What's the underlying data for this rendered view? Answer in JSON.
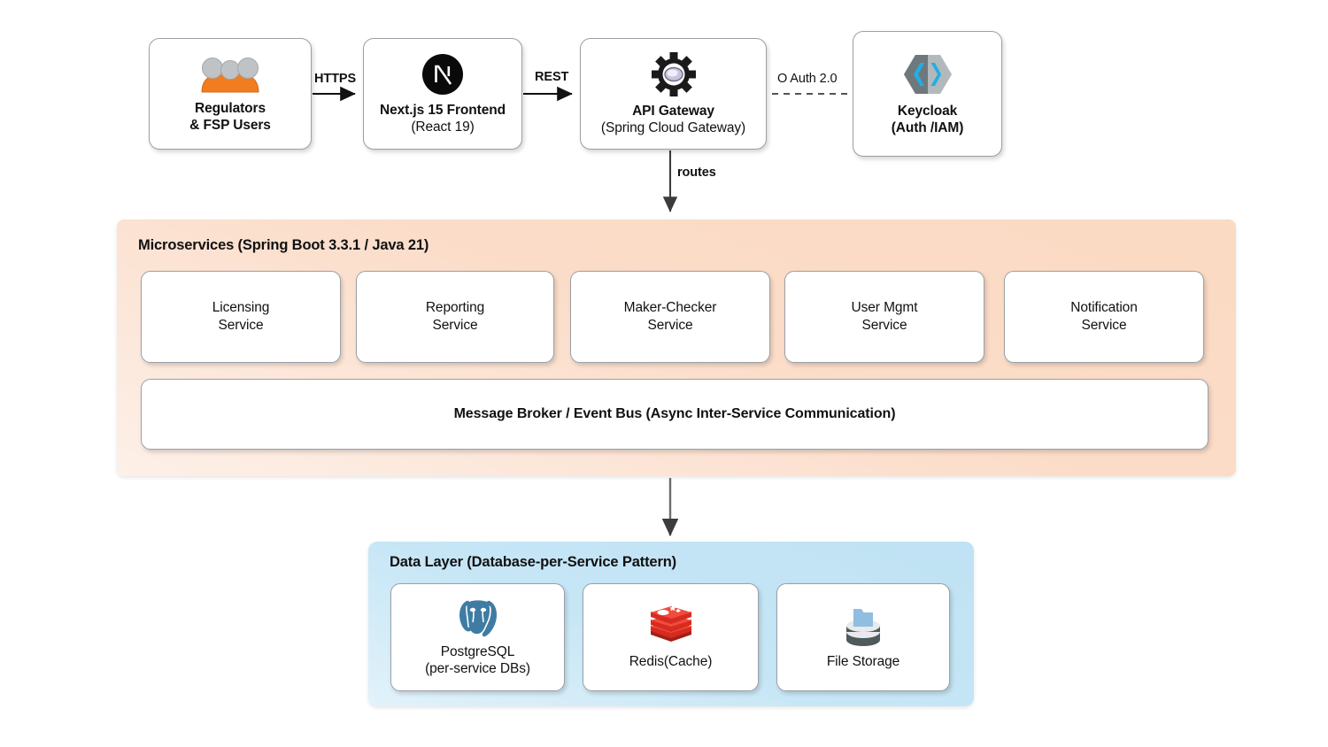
{
  "diagram": {
    "title": "Microservices Architecture Diagram",
    "palette": {
      "microservices_band": "#FBDCC8",
      "data_band": "#C6E6F6",
      "box_border": "#9AA0A6",
      "box_fill": "#FFFFFF",
      "text": "#111111",
      "users_icon_body": "#F07D20",
      "users_icon_head": "#BFC3C6",
      "keycloak_accent": "#22AEE5",
      "postgres_blue": "#3E7CA3",
      "redis_red": "#D62B20",
      "folder_blue": "#8FBEE0",
      "db_grey": "#4E5A5C"
    }
  },
  "top_row": {
    "nodes": [
      {
        "id": "users",
        "icon": "users-icon",
        "title": "Regulators",
        "subtitle": "& FSP Users"
      },
      {
        "id": "frontend",
        "icon": "nextjs-icon",
        "title": "Next.js 15 Frontend",
        "subtitle": "(React 19)"
      },
      {
        "id": "gateway",
        "icon": "gear-icon",
        "title": "API Gateway",
        "subtitle": "(Spring Cloud Gateway)"
      },
      {
        "id": "keycloak",
        "icon": "keycloak-icon",
        "title": "Keycloak",
        "subtitle": "(Auth /IAM)"
      }
    ]
  },
  "connectors": {
    "https": "HTTPS",
    "rest": "REST",
    "oauth": "O Auth 2.0",
    "routes": "routes"
  },
  "microservices": {
    "band_title": "Microservices (Spring Boot 3.3.1 / Java 21)",
    "services": [
      {
        "label": "Licensing\nService"
      },
      {
        "label": "Reporting\nService"
      },
      {
        "label": "Maker-Checker\nService"
      },
      {
        "label": "User Mgmt\nService"
      },
      {
        "label": "Notification\nService"
      }
    ],
    "broker_label": "Message Broker / Event Bus (Async Inter-Service Communication)"
  },
  "data_layer": {
    "band_title": "Data Layer (Database-per-Service Pattern)",
    "stores": [
      {
        "icon": "postgresql-icon",
        "label": "PostgreSQL\n(per-service DBs)"
      },
      {
        "icon": "redis-icon",
        "label": "Redis(Cache)"
      },
      {
        "icon": "file-storage-icon",
        "label": "File Storage"
      }
    ]
  }
}
